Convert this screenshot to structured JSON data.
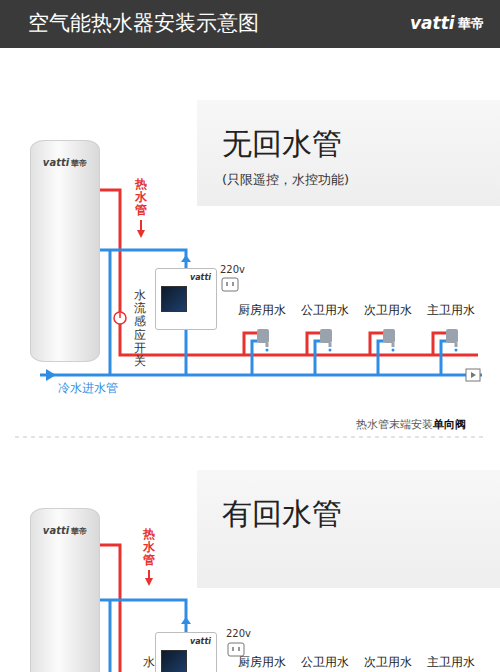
{
  "diagram": {
    "title": "空气能热水器安装示意图",
    "nodes": [
      {
        "text": [
          "无回水管",
          "(只限遥控，水控功能)"
        ]
      },
      {
        "text": [
          "vatti",
          "華帝"
        ]
      },
      {
        "text": [
          "vatti"
        ]
      },
      {
        "text": [
          "有回水管"
        ]
      },
      {
        "text": [
          "vatti",
          "華帝"
        ]
      },
      {
        "text": [
          "vatti"
        ]
      }
    ],
    "edges": [
      {
        "from": 1,
        "to": 2,
        "arrow": "none"
      },
      {
        "from": 4,
        "to": 5,
        "arrow": "none"
      }
    ],
    "labels": [
      "vatti",
      "華帝",
      "热水管",
      "水流感应开关",
      "220v",
      "厨房用水",
      "公卫用水",
      "次卫用水",
      "主卫用水",
      "冷水进水管",
      "热水管末端安装",
      "单向阀",
      "热水管",
      "220v",
      "水",
      "厨房用水",
      "公卫用水",
      "次卫用水",
      "主卫用水"
    ]
  }
}
